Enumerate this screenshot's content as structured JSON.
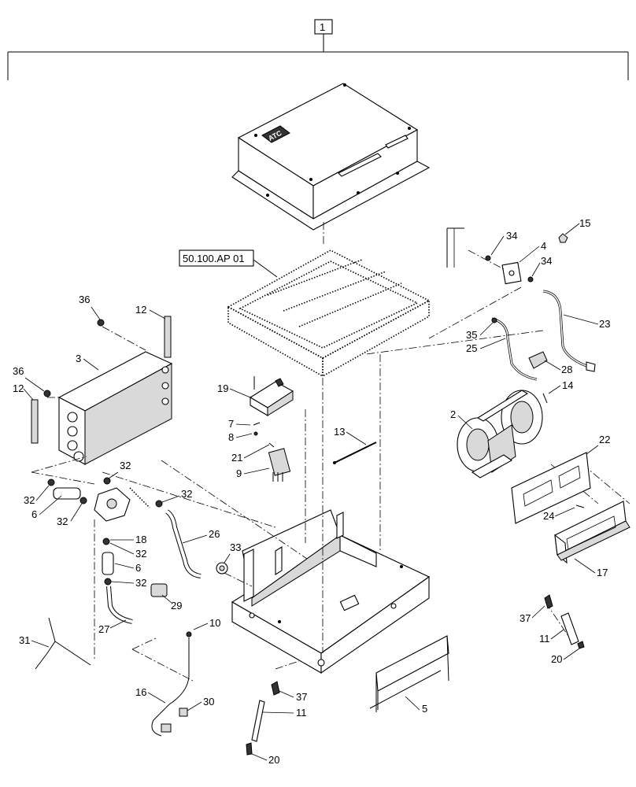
{
  "assembly_ref": "1",
  "cross_reference": "50.100.AP 01",
  "cover_label": "ATC",
  "callouts": {
    "c2": "2",
    "c3": "3",
    "c4": "4",
    "c5": "5",
    "c6a": "6",
    "c6b": "6",
    "c7": "7",
    "c8": "8",
    "c9": "9",
    "c10": "10",
    "c11a": "11",
    "c11b": "11",
    "c12a": "12",
    "c12b": "12",
    "c13": "13",
    "c14": "14",
    "c15": "15",
    "c16": "16",
    "c17": "17",
    "c18": "18",
    "c19": "19",
    "c20a": "20",
    "c20b": "20",
    "c21": "21",
    "c22": "22",
    "c23": "23",
    "c24": "24",
    "c25": "25",
    "c26": "26",
    "c27": "27",
    "c28": "28",
    "c29": "29",
    "c30": "30",
    "c31": "31",
    "c32a": "32",
    "c32b": "32",
    "c32c": "32",
    "c32d": "32",
    "c32e": "32",
    "c32f": "32",
    "c33": "33",
    "c34a": "34",
    "c34b": "34",
    "c35": "35",
    "c36a": "36",
    "c36b": "36",
    "c37a": "37",
    "c37b": "37"
  }
}
